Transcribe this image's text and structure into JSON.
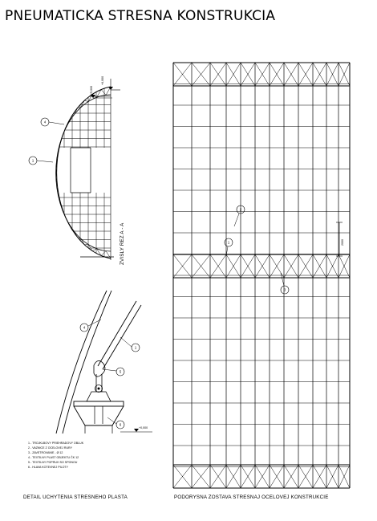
{
  "title": "PNEUMATICKA STRESNA KONSTRUKCIA",
  "section": {
    "label": "ZVISLY REZ A - A",
    "level_top": "+6,000",
    "level_left": "+5,000",
    "markers": [
      "1",
      "4"
    ]
  },
  "detail": {
    "caption": "DETAIL UCHYTENIA STRESNEHO PLASTA",
    "markers": [
      "4",
      "1",
      "5",
      "6"
    ],
    "level": "+0,000",
    "legend": [
      "1 - TROJKLBOVY PRIEHRADOVY OBLUK",
      "2 - VAZNICE Z OCELOVEJ RURY",
      "3 - ZAVETROVANIE - Ø 12",
      "4 - TEXTILNY PLAST OBJEKTU ČK 12",
      "5 - TEXTILNY POPRUH SO SPONOU",
      "6 - HLAVA KOTEVNEJ PILOTY"
    ]
  },
  "plan": {
    "caption": "PODORYSNA ZOSTAVA STRESNAJ OCELOVEJ KONSTRUKCIE",
    "dimension": "2000",
    "markers": [
      "2",
      "1",
      "3"
    ]
  }
}
